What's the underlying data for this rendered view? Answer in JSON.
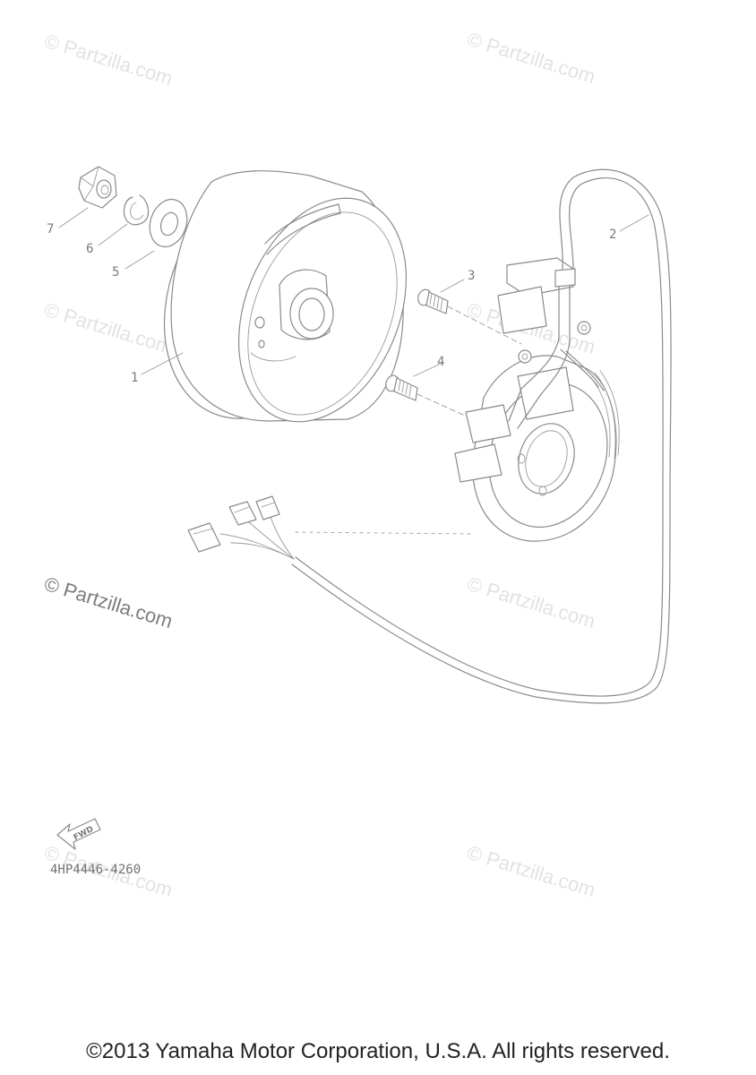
{
  "watermark": {
    "text": "© Partzilla.com"
  },
  "callouts": {
    "c1": "1",
    "c2": "2",
    "c3": "3",
    "c4": "4",
    "c5": "5",
    "c6": "6",
    "c7": "7"
  },
  "fwd_label": "FWD",
  "diagram_code": "4HP4446-4260",
  "copyright": "©2013 Yamaha Motor Corporation, U.S.A. All rights reserved."
}
